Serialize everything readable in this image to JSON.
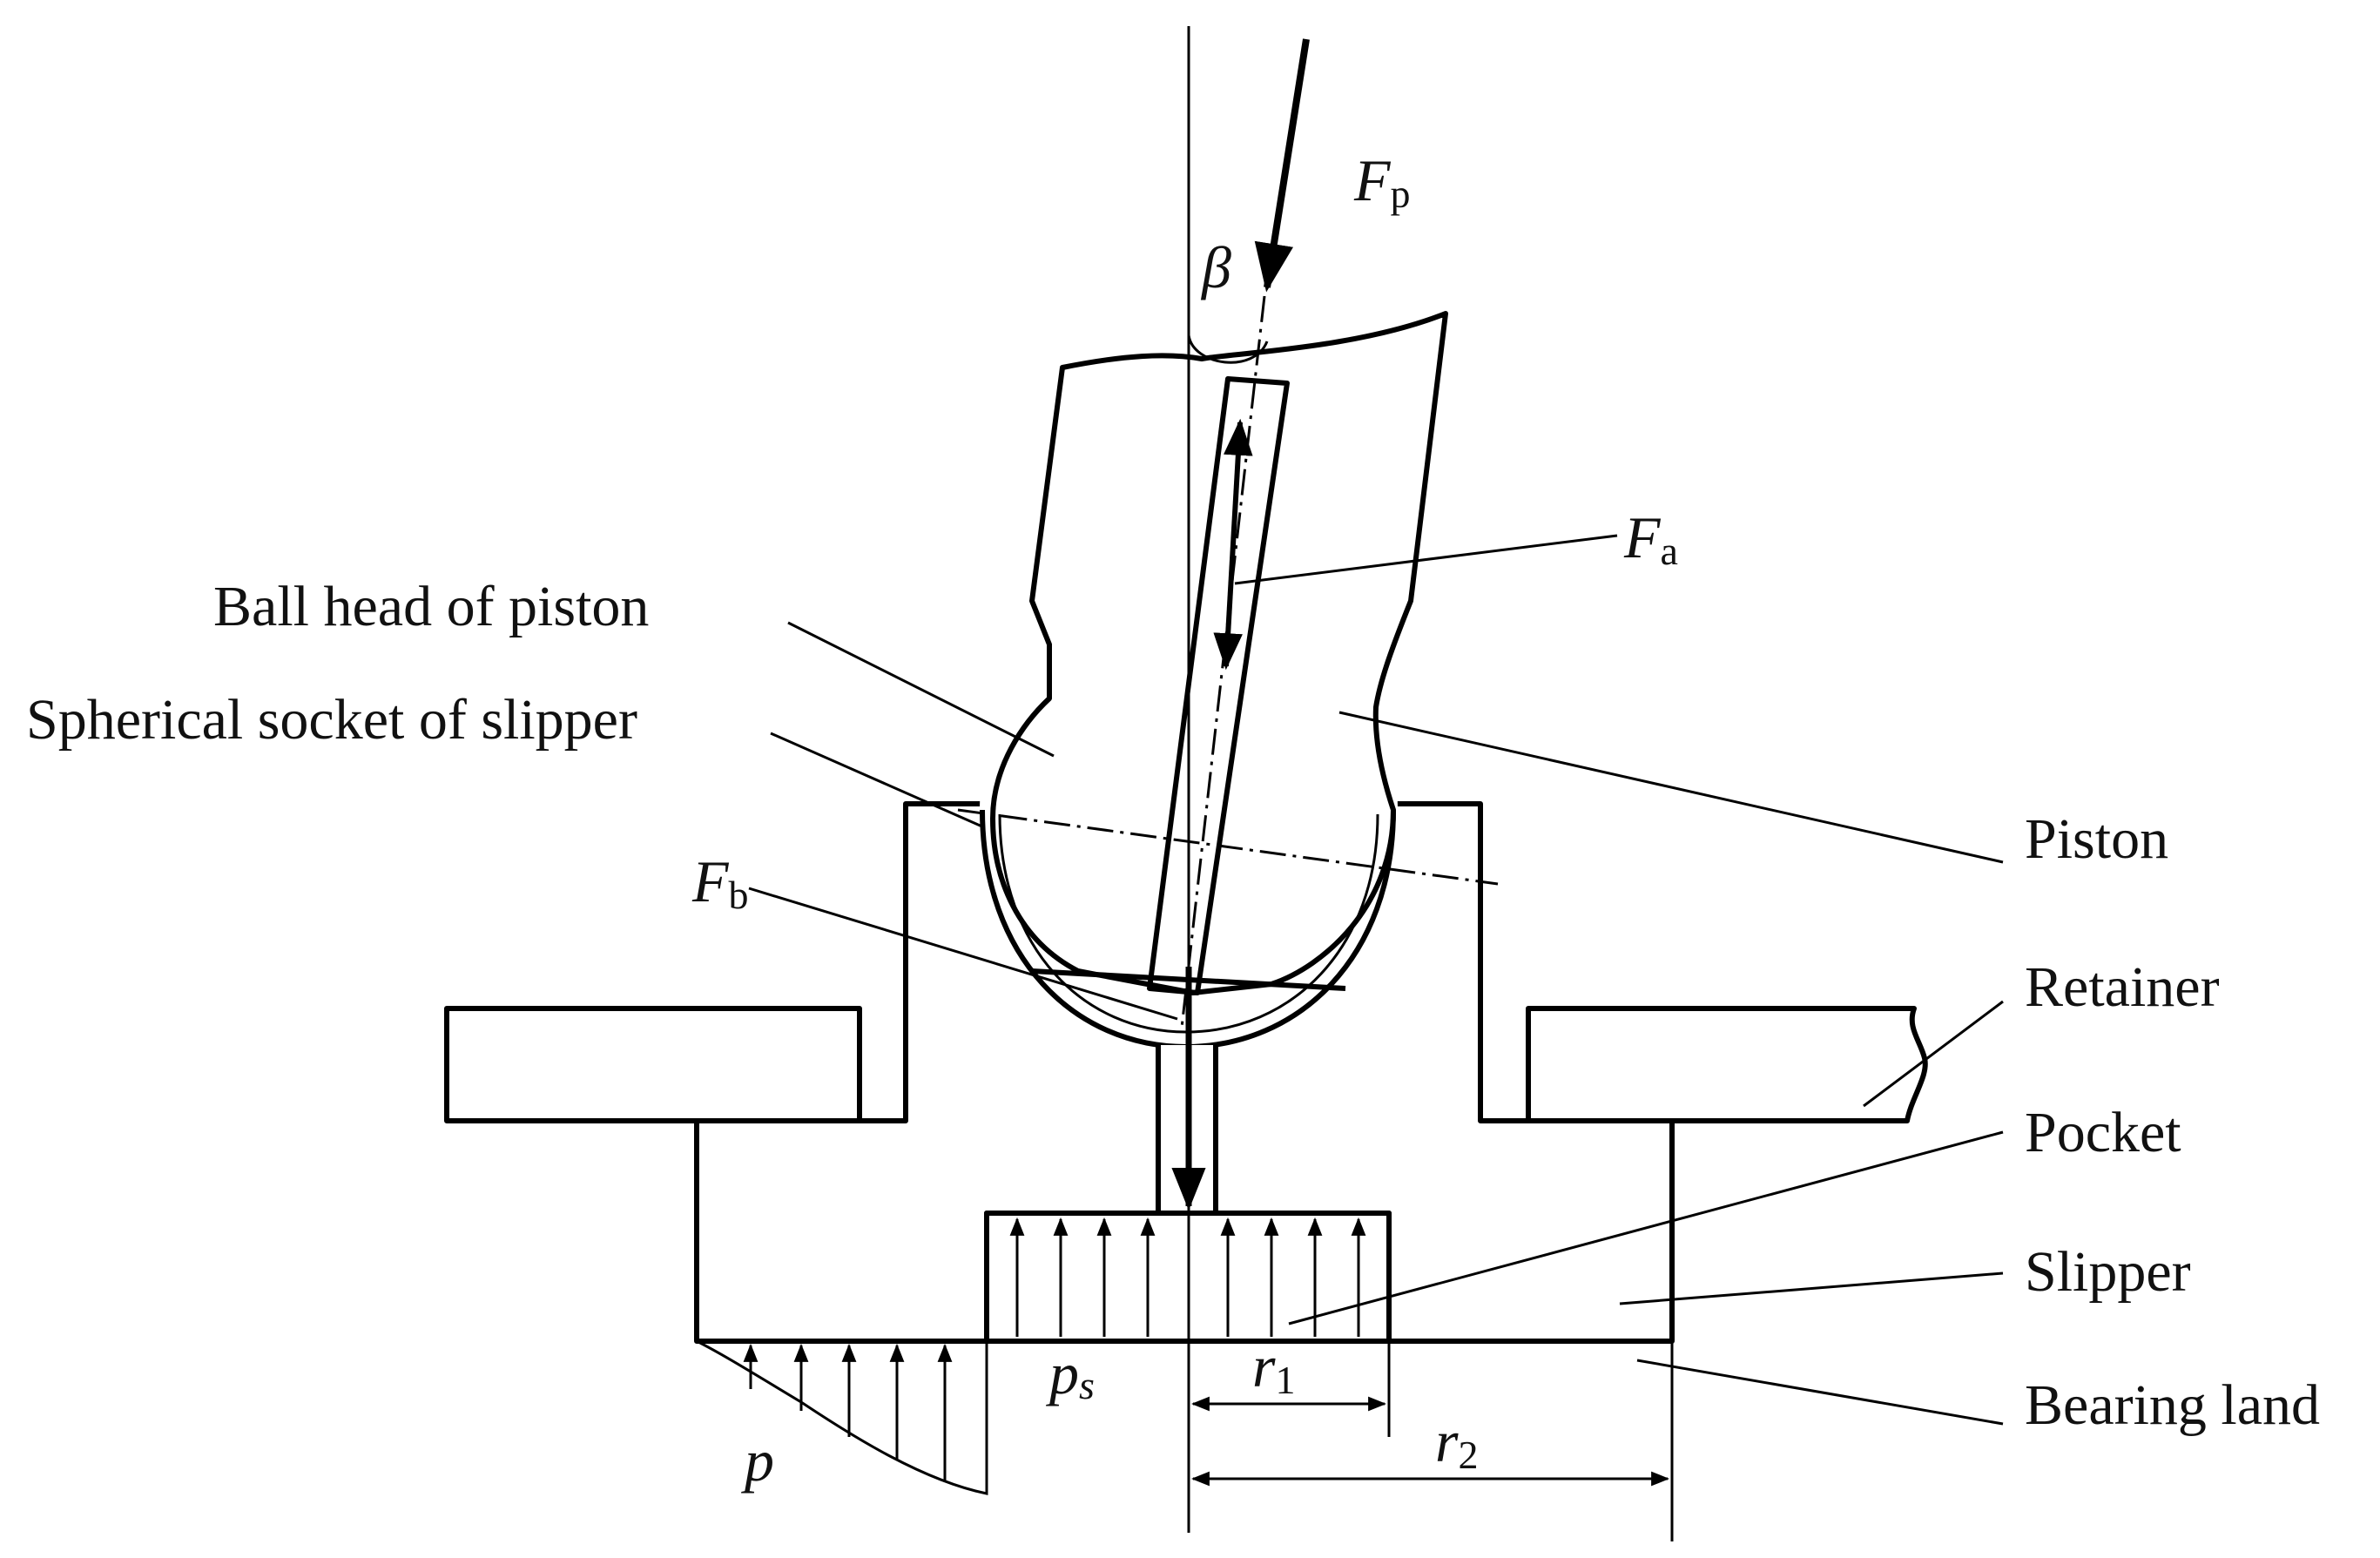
{
  "labels": {
    "ball_head": "Ball head of piston",
    "spherical_socket": "Spherical socket of slipper",
    "piston": "Piston",
    "retainer": "Retainer",
    "pocket": "Pocket",
    "slipper": "Slipper",
    "bearing_land": "Bearing land"
  },
  "symbols": {
    "Fp": {
      "main": "F",
      "sub": "p"
    },
    "Fa": {
      "main": "F",
      "sub": "a"
    },
    "Fb": {
      "main": "F",
      "sub": "b"
    },
    "beta": "β",
    "ps": {
      "main": "p",
      "sub": "s"
    },
    "p": "p",
    "r1": {
      "main": "r",
      "sub": "1"
    },
    "r2": {
      "main": "r",
      "sub": "2"
    }
  }
}
